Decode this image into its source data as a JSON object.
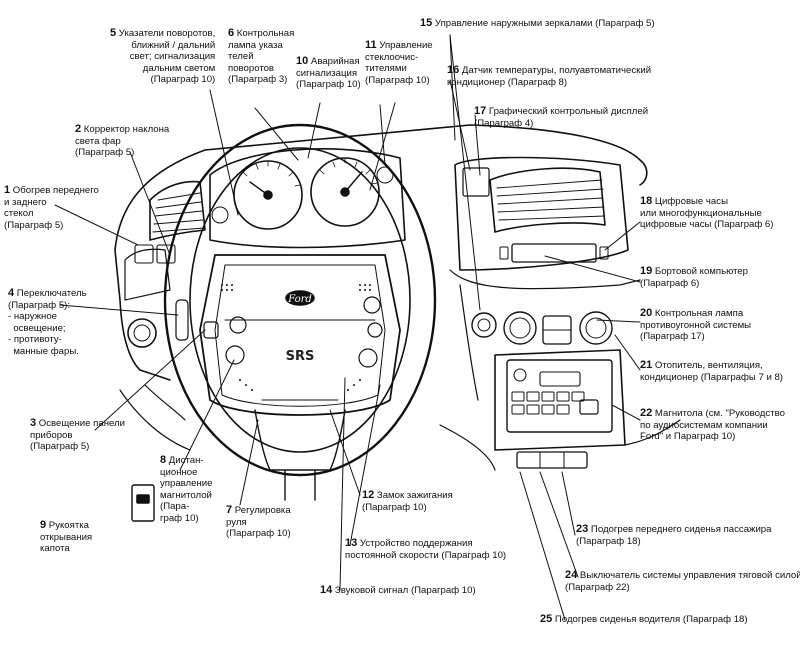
{
  "srs_text": "SRS",
  "ford_text": "Ford",
  "callouts": [
    {
      "id": "c1",
      "num": "1",
      "text": "Обогрев переднего\nи заднего\nстекол\n(Параграф 5)"
    },
    {
      "id": "c2",
      "num": "2",
      "text": "Корректор наклона\nсвета фар\n(Параграф 5)"
    },
    {
      "id": "c3",
      "num": "3",
      "text": "Освещение панели\nприборов\n(Параграф 5)"
    },
    {
      "id": "c4",
      "num": "4",
      "text": "Переключатель\n(Параграф 5):\n- наружное\n  освещение;\n- противоту-\n  манные фары."
    },
    {
      "id": "c5",
      "num": "5",
      "text": "Указатели поворотов,\nближний / дальний\nсвет; сигнализация\nдальним светом\n(Параграф 10)"
    },
    {
      "id": "c6",
      "num": "6",
      "text": "Контрольная\nлампа указа\nтелей\nповоротов\n(Параграф 3)"
    },
    {
      "id": "c7",
      "num": "7",
      "text": "Регулировка\nруля\n(Параграф 10)"
    },
    {
      "id": "c8",
      "num": "8",
      "text": "Дистан-\nционное\nуправление\nмагнитолой\n(Пара-\nграф 10)"
    },
    {
      "id": "c9",
      "num": "9",
      "text": "Рукоятка\nоткрывания\nкапота"
    },
    {
      "id": "c10",
      "num": "10",
      "text": "Аварийная\nсигнализация\n(Параграф 10)"
    },
    {
      "id": "c11",
      "num": "11",
      "text": "Управление\nстеклоочис-\nтителями\n(Параграф 10)"
    },
    {
      "id": "c12",
      "num": "12",
      "text": "Замок зажигания\n(Параграф 10)"
    },
    {
      "id": "c13",
      "num": "13",
      "text": "Устройство поддержания\nпостоянной скорости (Параграф 10)"
    },
    {
      "id": "c14",
      "num": "14",
      "text": "Звуковой сигнал (Параграф 10)"
    },
    {
      "id": "c15",
      "num": "15",
      "text": "Управление наружными зеркалами (Параграф 5)"
    },
    {
      "id": "c16",
      "num": "16",
      "text": "Датчик температуры, полуавтоматический\nкондиционер (Параграф 8)"
    },
    {
      "id": "c17",
      "num": "17",
      "text": "Графический контрольный дисплей\n(Параграф 4)"
    },
    {
      "id": "c18",
      "num": "18",
      "text": "Цифровые часы\nили многофункциональные\nцифровые часы (Параграф 6)"
    },
    {
      "id": "c19",
      "num": "19",
      "text": "Бортовой компьютер\n(Параграф 6)"
    },
    {
      "id": "c20",
      "num": "20",
      "text": "Контрольная лампа\nпротивоугонной системы\n(Параграф 17)"
    },
    {
      "id": "c21",
      "num": "21",
      "text": "Отопитель, вентиляция,\nкондиционер (Параграфы 7 и 8)"
    },
    {
      "id": "c22",
      "num": "22",
      "text": "Магнитола (см. \"Руководство\nпо аудиосистемам компании\nFord\" и Параграф 10)"
    },
    {
      "id": "c23",
      "num": "23",
      "text": "Подогрев переднего сиденья пассажира\n(Параграф 18)"
    },
    {
      "id": "c24",
      "num": "24",
      "text": "Выключатель системы управления тяговой силой\n(Параграф 22)"
    },
    {
      "id": "c25",
      "num": "25",
      "text": "Подогрев сиденья водителя (Параграф 18)"
    }
  ]
}
